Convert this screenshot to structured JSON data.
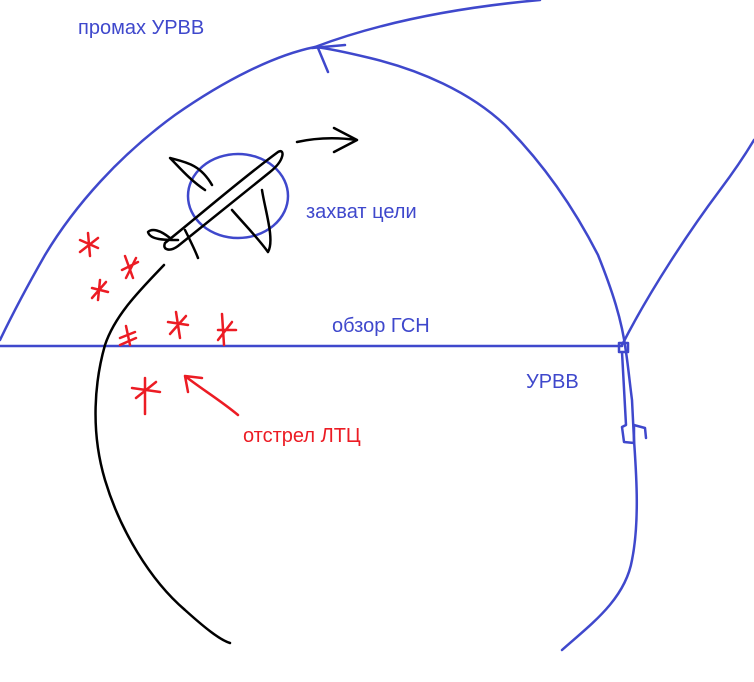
{
  "labels": {
    "missile_miss": "промах УРВВ",
    "target_lock": "захват цели",
    "seeker_view": "обзор ГСН",
    "missile": "УРВВ",
    "flares": "отстрел ЛТЦ"
  },
  "colors": {
    "blue": "#3f48cc",
    "red": "#ec1c24",
    "black": "#000000",
    "background": "#ffffff"
  },
  "icons": {
    "aircraft": "aircraft-icon",
    "flare": "flare-star-icon",
    "arrow": "arrow-icon"
  }
}
